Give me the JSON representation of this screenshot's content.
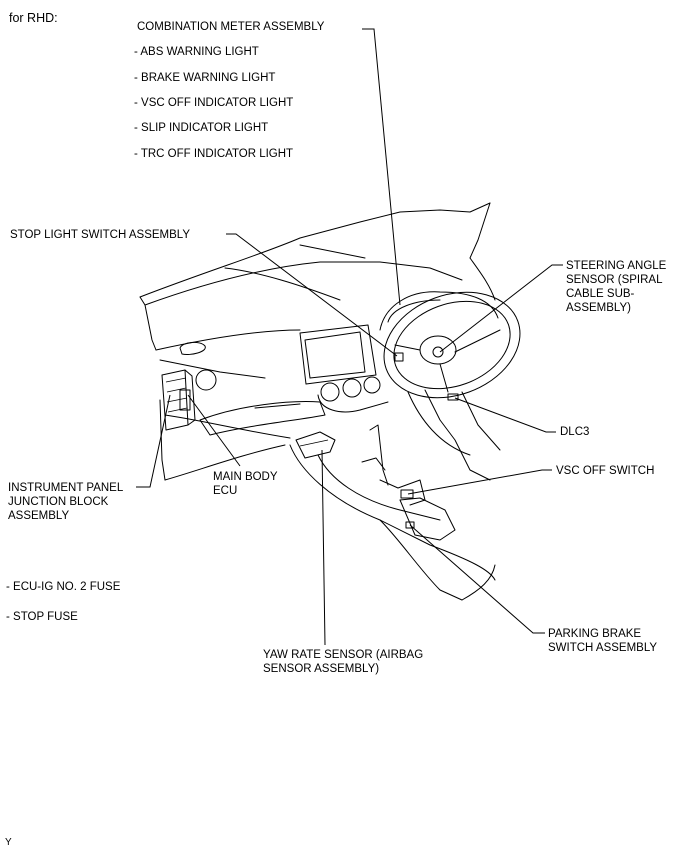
{
  "header": {
    "variant": "for RHD:"
  },
  "combination_meter": {
    "title": "COMBINATION METER ASSEMBLY",
    "items": [
      "- ABS WARNING LIGHT",
      "- BRAKE WARNING LIGHT",
      "- VSC OFF INDICATOR LIGHT",
      "- SLIP INDICATOR LIGHT",
      "- TRC OFF INDICATOR LIGHT"
    ]
  },
  "labels": {
    "stop_light_switch": "STOP LIGHT SWITCH ASSEMBLY",
    "steering_angle_sensor": [
      "STEERING ANGLE",
      "SENSOR (SPIRAL",
      "CABLE SUB-",
      "ASSEMBLY)"
    ],
    "dlc3": "DLC3",
    "vsc_off_switch": "VSC OFF SWITCH",
    "instrument_panel_jb": [
      "INSTRUMENT PANEL",
      "JUNCTION BLOCK",
      "ASSEMBLY"
    ],
    "main_body_ecu": [
      "MAIN BODY",
      "ECU"
    ],
    "fuses": [
      "- ECU-IG NO. 2 FUSE",
      "- STOP FUSE"
    ],
    "parking_brake_switch": [
      "PARKING BRAKE",
      "SWITCH ASSEMBLY"
    ],
    "yaw_rate_sensor": [
      "YAW RATE SENSOR (AIRBAG",
      "SENSOR ASSEMBLY)"
    ]
  },
  "footer": {
    "mark": "Y"
  }
}
